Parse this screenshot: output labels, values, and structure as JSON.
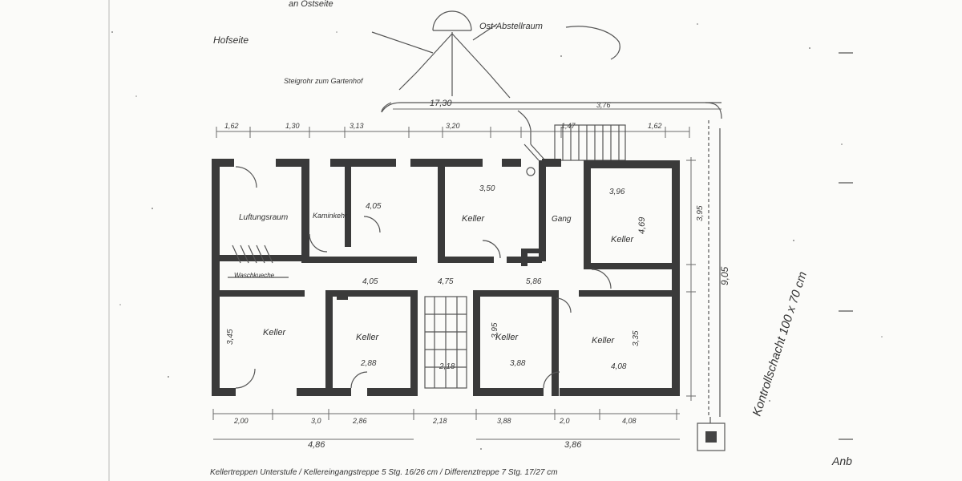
{
  "notes": {
    "top_left_fragment": "an Ostseite",
    "top_right": "Ost-Abstellraum",
    "left_note": "Hofseite",
    "under_note": "Steigrohr zum Gartenhof",
    "bottom_note": "Kellertreppen Unterstufe / Kellereingangstreppe 5 Stg. 16/26 cm / Differenztreppe 7 Stg. 17/27 cm",
    "right_corner": "Anb",
    "right_vertical": "Kontrollschacht 100 x 70 cm"
  },
  "rooms": [
    {
      "label": "Luftungsraum"
    },
    {
      "label": "Kaminkehr"
    },
    {
      "label": "Keller"
    },
    {
      "label": "Gang"
    },
    {
      "label": "Keller"
    },
    {
      "label": "Waschkueche"
    },
    {
      "label": "Keller"
    },
    {
      "label": "Keller"
    },
    {
      "label": "Keller"
    },
    {
      "label": "Keller"
    }
  ],
  "dimensions": {
    "top_overall": "17,30",
    "top_segments": [
      "1,62",
      "1,30",
      "3,13",
      "3,20",
      "1,47",
      "3,76",
      "1,62"
    ],
    "right_overall": "9,05",
    "right_segments": [
      "3,95",
      "4,69",
      "3,35"
    ],
    "bottom_segments": [
      "2,00",
      "3,0",
      "2,86",
      "2,18",
      "3,88",
      "2,0",
      "4,08"
    ],
    "bottom_totals": [
      "4,86",
      "3,86"
    ],
    "room_values": [
      "4,05",
      "3,45",
      "3,50",
      "3,95",
      "2,88",
      "3,96",
      "4,05",
      "4,75",
      "5,86"
    ]
  }
}
